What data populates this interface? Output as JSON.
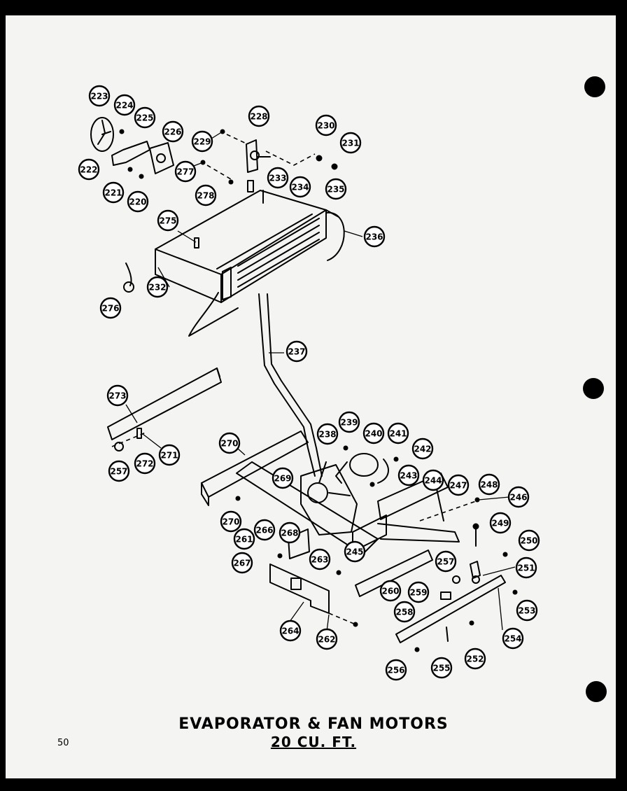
{
  "title": {
    "line1": "EVAPORATOR & FAN MOTORS",
    "line2": "20 CU. FT."
  },
  "page_number": "50",
  "callouts": [
    {
      "label": "223"
    },
    {
      "label": "224"
    },
    {
      "label": "225"
    },
    {
      "label": "226"
    },
    {
      "label": "222"
    },
    {
      "label": "221"
    },
    {
      "label": "220"
    },
    {
      "label": "228"
    },
    {
      "label": "229"
    },
    {
      "label": "277"
    },
    {
      "label": "278"
    },
    {
      "label": "230"
    },
    {
      "label": "231"
    },
    {
      "label": "233"
    },
    {
      "label": "234"
    },
    {
      "label": "235"
    },
    {
      "label": "275"
    },
    {
      "label": "236"
    },
    {
      "label": "232"
    },
    {
      "label": "276"
    },
    {
      "label": "237"
    },
    {
      "label": "273"
    },
    {
      "label": "271"
    },
    {
      "label": "272"
    },
    {
      "label": "257"
    },
    {
      "label": "270"
    },
    {
      "label": "238"
    },
    {
      "label": "239"
    },
    {
      "label": "240"
    },
    {
      "label": "241"
    },
    {
      "label": "242"
    },
    {
      "label": "243"
    },
    {
      "label": "244"
    },
    {
      "label": "247"
    },
    {
      "label": "248"
    },
    {
      "label": "246"
    },
    {
      "label": "269"
    },
    {
      "label": "270"
    },
    {
      "label": "266"
    },
    {
      "label": "268"
    },
    {
      "label": "261"
    },
    {
      "label": "263"
    },
    {
      "label": "245"
    },
    {
      "label": "249"
    },
    {
      "label": "250"
    },
    {
      "label": "267"
    },
    {
      "label": "257"
    },
    {
      "label": "251"
    },
    {
      "label": "260"
    },
    {
      "label": "259"
    },
    {
      "label": "253"
    },
    {
      "label": "258"
    },
    {
      "label": "264"
    },
    {
      "label": "262"
    },
    {
      "label": "254"
    },
    {
      "label": "256"
    },
    {
      "label": "255"
    },
    {
      "label": "252"
    }
  ]
}
